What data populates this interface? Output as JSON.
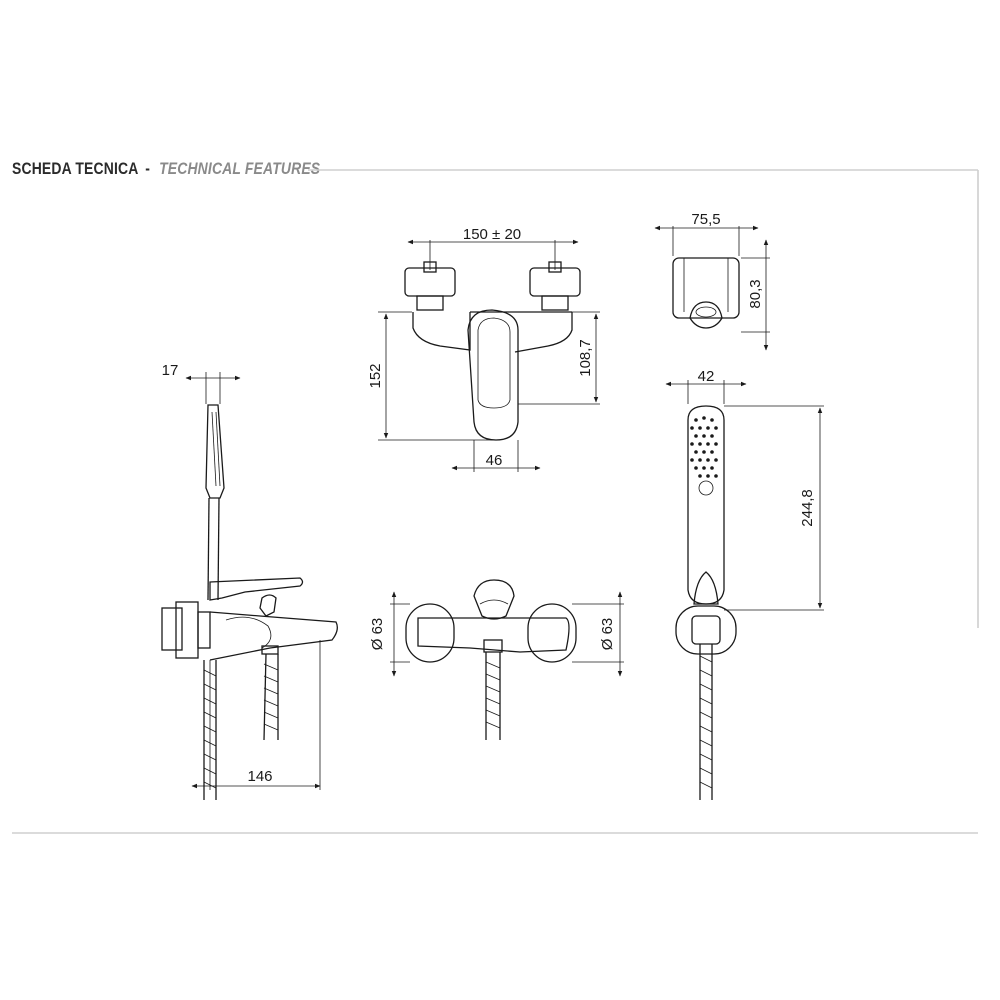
{
  "header": {
    "title_main": "SCHEDA TECNICA",
    "separator": "-",
    "title_sub": "TECHNICAL FEATURES"
  },
  "dimensions": {
    "centers": "150 ± 20",
    "depth_top": "75,5",
    "height_top": "80,3",
    "height_152": "152",
    "height_108": "108,7",
    "width_46": "46",
    "side_17": "17",
    "spout_146": "146",
    "handshower_width": "42",
    "handshower_length": "244,8",
    "flange_left": "Ø 63",
    "flange_right": "Ø 63"
  },
  "colors": {
    "line": "#1a1a1a",
    "frame": "#cfcfcf",
    "title": "#2b2b2b",
    "subtitle": "#8a8a8a"
  }
}
